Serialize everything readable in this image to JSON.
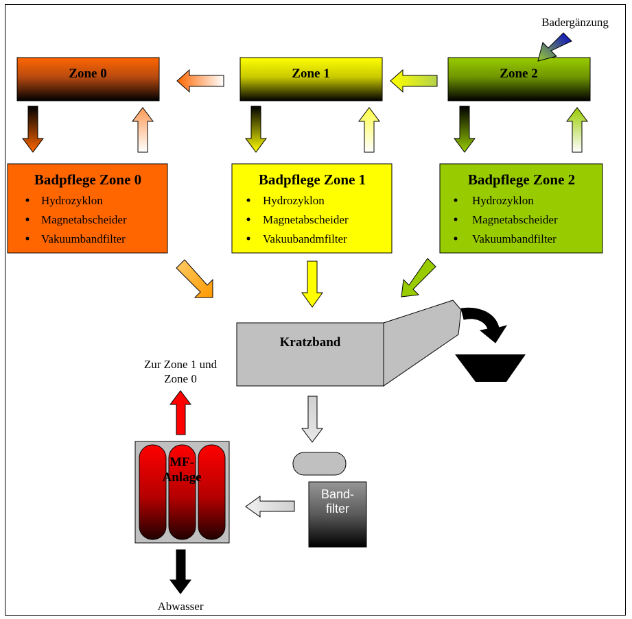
{
  "zones": [
    {
      "id": "zone0",
      "label": "Zone 0"
    },
    {
      "id": "zone1",
      "label": "Zone 1"
    },
    {
      "id": "zone2",
      "label": "Zone 2"
    }
  ],
  "badpflege": [
    {
      "title": "Badpflege Zone 0",
      "items": [
        "Hydrozyklon",
        "Magnetabscheider",
        "Vakuumbandfilter"
      ]
    },
    {
      "title": "Badpflege Zone 1",
      "items": [
        "Hydrozyklon",
        "Magnetabscheider",
        "Vakuubandmfilter"
      ]
    },
    {
      "title": "Badpflege Zone 2",
      "items": [
        "Hydrozyklon",
        "Magnetabscheider",
        "Vakuumbandfilter"
      ]
    }
  ],
  "labels": {
    "badergaenzung": "Badergänzung",
    "kratzband": "Kratzband",
    "zur_zone_line1": "Zur Zone 1 und",
    "zur_zone_line2": "Zone 0",
    "mf_line1": "MF-",
    "mf_line2": "Anlage",
    "band_line1": "Band-",
    "band_line2": "filter",
    "abwasser": "Abwasser"
  },
  "colors": {
    "zone0": "#ff6600",
    "zone1": "#ffff00",
    "zone2": "#99cc00",
    "kratzband": "#c0c0c0",
    "mf": "#ff0000",
    "band": "#969696"
  }
}
